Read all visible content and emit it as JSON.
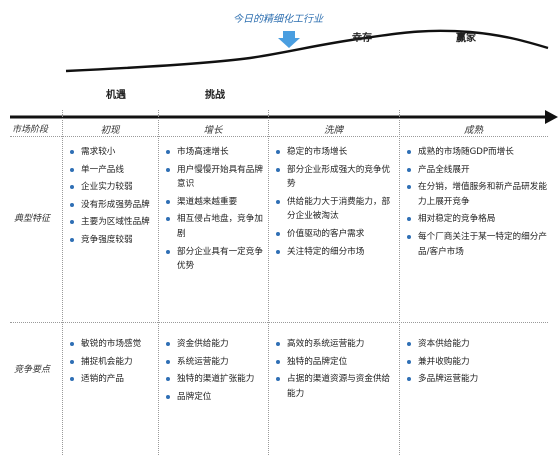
{
  "top_note": "今日的精细化工行业",
  "phase_labels": {
    "opportunity": "机遇",
    "challenge": "挑战",
    "survive": "幸存",
    "win": "赢家"
  },
  "row_labels": {
    "stage": "市场阶段",
    "features": "典型特征",
    "competition": "竞争要点"
  },
  "columns": [
    "初现",
    "增长",
    "洗牌",
    "成熟"
  ],
  "features": [
    [
      "需求较小",
      "单一产品线",
      "企业实力较弱",
      "没有形成强势品牌",
      "主要为区域性品牌",
      "竞争强度较弱"
    ],
    [
      "市场高速增长",
      "用户慢慢开始具有品牌意识",
      "渠道越来越重要",
      "相互侵占地盘，竞争加剧",
      "部分企业具有一定竞争优势"
    ],
    [
      "稳定的市场增长",
      "部分企业形成强大的竞争优势",
      "供给能力大于消费能力，部分企业被淘汰",
      "价值驱动的客户需求",
      "关注特定的细分市场"
    ],
    [
      "成熟的市场随GDP而增长",
      "产品全线展开",
      "在分销，增值服务和新产品研发能力上展开竞争",
      "相对稳定的竞争格局",
      "每个厂商关注于某一特定的细分产品/客户市场"
    ]
  ],
  "competition": [
    [
      "敏锐的市场感觉",
      "捕捉机会能力",
      "适销的产品"
    ],
    [
      "资金供给能力",
      "系统运营能力",
      "独特的渠道扩张能力",
      "品牌定位"
    ],
    [
      "高效的系统运营能力",
      "独特的品牌定位",
      "占据的渠道资源与资金供给能力"
    ],
    [
      "资本供给能力",
      "兼并收购能力",
      "多品牌运营能力"
    ]
  ],
  "colors": {
    "arrow_blue": "#4a9ee0",
    "bullet_blue": "#2f6fb5",
    "line": "#111111",
    "note": "#2e6fb0"
  }
}
